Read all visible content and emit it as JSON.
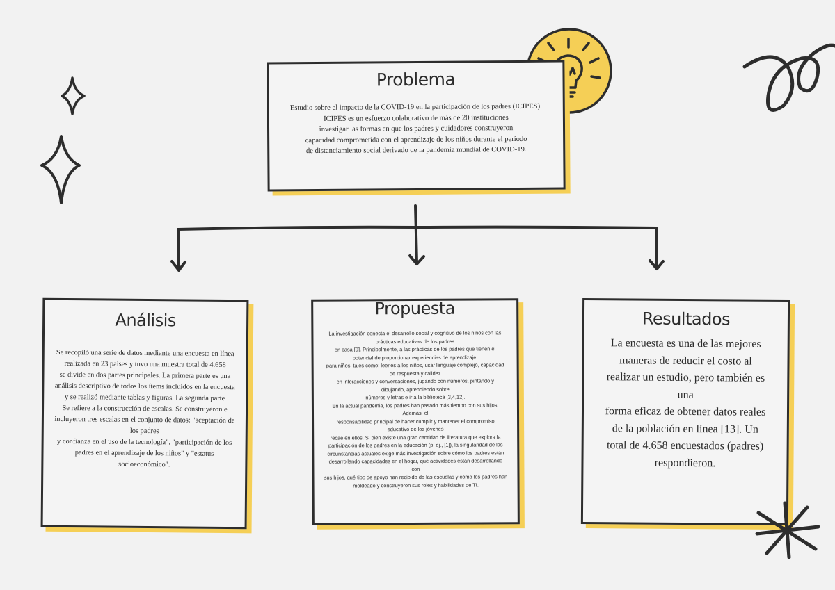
{
  "problem": {
    "title": "Problema",
    "text": "Estudio sobre el impacto de la COVID-19 en la participación de los padres (ICIPES).\nICIPES es un esfuerzo colaborativo de más de 20 instituciones\ninvestigar las formas en que los padres y cuidadores construyeron\ncapacidad comprometida con el aprendizaje de los niños durante el período\nde distanciamiento social derivado de la pandemia mundial de COVID-19."
  },
  "analysis": {
    "title": "Análisis",
    "text": "Se recopiló una serie de datos mediante una encuesta en línea\nrealizada en 23 países y tuvo una muestra total de 4.658\nse divide en dos partes principales. La primera parte es una\nanálisis descriptivo de todos los ítems incluidos en la encuesta\ny se realizó mediante tablas y figuras. La segunda parte\nSe refiere a la construcción de escalas. Se construyeron e\nincluyeron tres escalas en el conjunto de datos: \"aceptación de\nlos padres\ny confianza en el uso de la tecnología\", \"participación de los\npadres en el aprendizaje de los niños\" y \"estatus\nsocioeconómico\"."
  },
  "proposal": {
    "title": "Propuesta",
    "text": "La investigación conecta el desarrollo social y cognitivo de los niños con las\nprácticas educativas de los padres\nen casa [9]. Principalmente, a las prácticas de los padres que tienen el\npotencial de proporcionar experiencias de aprendizaje,\npara niños, tales como: leerles a los niños, usar lenguaje complejo, capacidad\nde respuesta y calidez\nen interacciones y conversaciones, jugando con números, pintando y\ndibujando, aprendiendo sobre\nnúmeros y letras e ir a la biblioteca [3,4,12].\nEn la actual pandemia, los padres han pasado más tiempo con sus hijos.\nAdemás, el\nresponsabilidad principal de hacer cumplir y mantener el compromiso\neducativo de los jóvenes\nrecae en ellos. Si bien existe una gran cantidad de literatura que explora la\nparticipación de los padres en la educación (p. ej., [1]), la singularidad de las\ncircunstancias actuales exige más investigación sobre cómo los padres están\ndesarrollando capacidades en el hogar, qué actividades están desarrollando\ncon\nsus hijos, qué tipo de apoyo han recibido de las escuelas y cómo los padres han\nmoldeado y construyeron sus roles y habilidades de TI."
  },
  "results": {
    "title": "Resultados",
    "text": "La encuesta es una de las mejores\nmaneras de reducir el costo al\nrealizar un estudio, pero también es\nuna\nforma eficaz de obtener datos reales\nde la población en línea [13]. Un\ntotal de 4.658 encuestados (padres)\nrespondieron."
  },
  "colors": {
    "accent": "#f5cf56",
    "ink": "#2d2d2d",
    "background": "#f2f2f2"
  },
  "icons": [
    "lightbulb-icon",
    "sparkle-icon",
    "star-burst-icon",
    "squiggle-icon"
  ]
}
